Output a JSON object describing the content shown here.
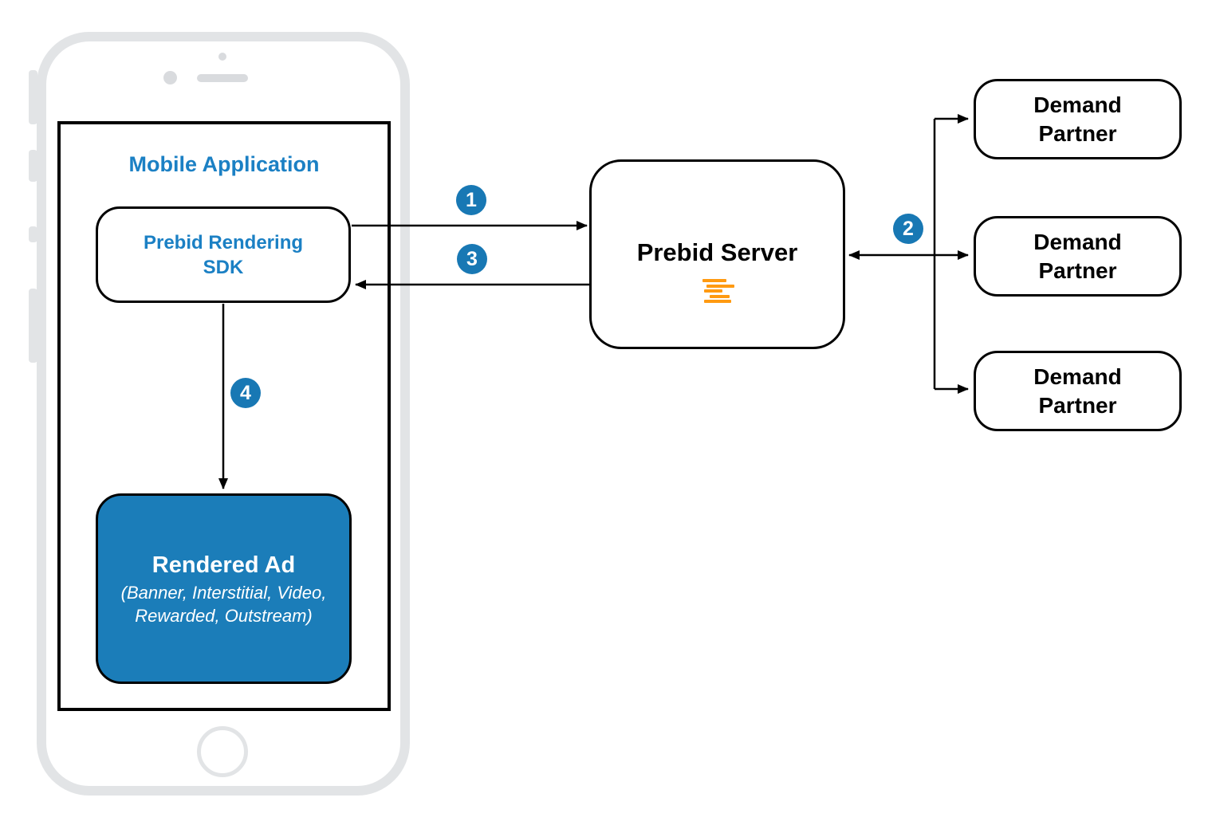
{
  "mobile_app": {
    "title": "Mobile Application",
    "sdk_label": "Prebid Rendering\nSDK",
    "rendered_ad_title": "Rendered Ad",
    "rendered_ad_formats": "(Banner, Interstitial, Video,\nRewarded, Outstream)"
  },
  "server": {
    "title": "Prebid Server",
    "logo_icon": "prebid-logo-orange-offset-lines"
  },
  "demand_partners": [
    "Demand\nPartner",
    "Demand\nPartner",
    "Demand\nPartner"
  ],
  "steps": [
    "1",
    "2",
    "3",
    "4"
  ],
  "colors": {
    "accent_blue_text": "#1b80c4",
    "rendered_ad_fill_blue": "#1b7db9",
    "badge_blue": "#1878b4",
    "prebid_orange": "#ff9a11",
    "phone_frame_gray": "#e2e4e6",
    "line_black": "#000000"
  }
}
